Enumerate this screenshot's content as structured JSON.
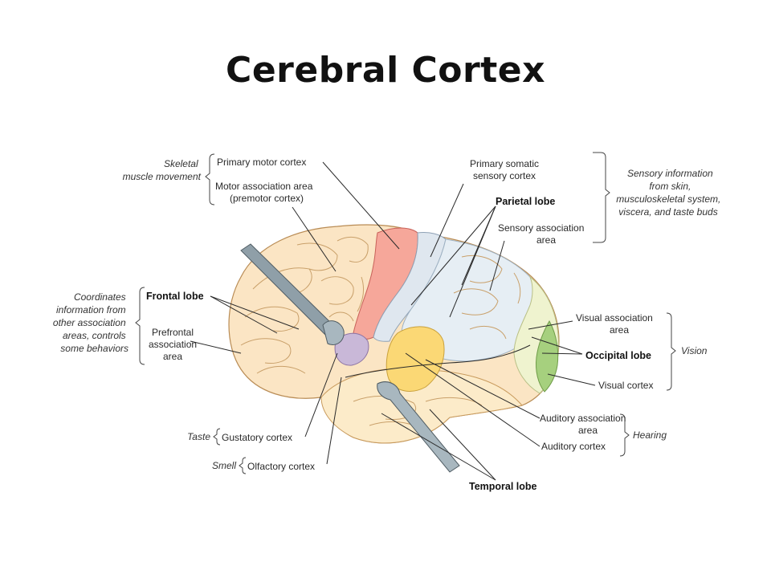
{
  "title": "Cerebral Cortex",
  "left_groups": {
    "motor_function": [
      "Skeletal",
      "muscle movement"
    ],
    "frontal_function": [
      "Coordinates",
      "information from",
      "other association",
      "areas, controls",
      "some behaviors"
    ],
    "taste": "Taste",
    "smell": "Smell"
  },
  "left_labels": {
    "primary_motor": "Primary motor cortex",
    "motor_association": [
      "Motor association area",
      "(premotor cortex)"
    ],
    "frontal_lobe": "Frontal lobe",
    "prefrontal": [
      "Prefrontal",
      "association",
      "area"
    ],
    "gustatory": "Gustatory cortex",
    "olfactory": "Olfactory cortex"
  },
  "right_labels": {
    "primary_somatic": [
      "Primary somatic",
      "sensory cortex"
    ],
    "parietal_lobe": "Parietal lobe",
    "sensory_association": [
      "Sensory association",
      "area"
    ],
    "visual_association": [
      "Visual association",
      "area"
    ],
    "occipital_lobe": "Occipital lobe",
    "visual_cortex": "Visual cortex",
    "auditory_association": [
      "Auditory association",
      "area"
    ],
    "auditory_cortex": "Auditory cortex",
    "temporal_lobe": "Temporal lobe"
  },
  "right_groups": {
    "sensory_function": [
      "Sensory information",
      "from skin,",
      "musculoskeletal system,",
      "viscera, and taste buds"
    ],
    "vision": "Vision",
    "hearing": "Hearing"
  },
  "colors": {
    "frontal": "#fbe5c4",
    "motor": "#f6a79a",
    "somatic": "#dfe7ef",
    "parietal": "#e6eef4",
    "visual_association": "#eff3cf",
    "visual_cortex": "#a6d07e",
    "auditory": "#fbd875",
    "gustatory": "#c9b8d8",
    "temporal": "#fcebc9"
  }
}
